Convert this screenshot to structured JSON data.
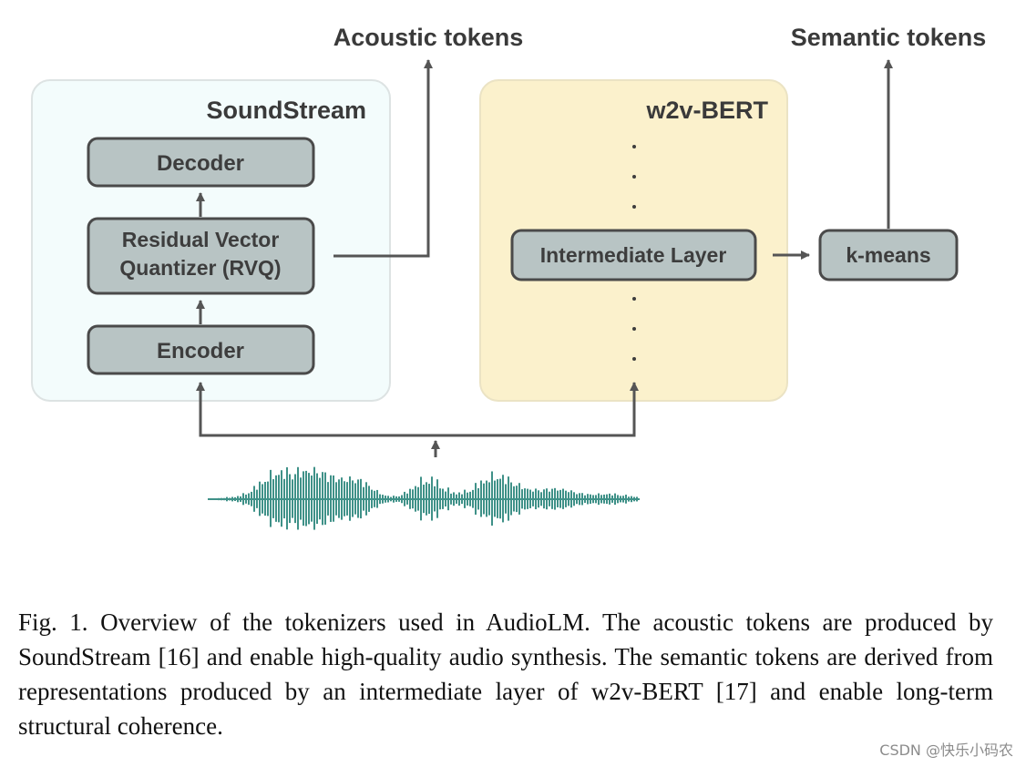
{
  "acoustic_tokens_label": "Acoustic tokens",
  "semantic_tokens_label": "Semantic tokens",
  "soundstream": {
    "title": "SoundStream",
    "decoder": "Decoder",
    "rvq_line1": "Residual Vector",
    "rvq_line2": "Quantizer (RVQ)",
    "encoder": "Encoder"
  },
  "w2v_bert": {
    "title": "w2v-BERT",
    "intermediate_layer": "Intermediate Layer"
  },
  "kmeans": "k-means",
  "caption": "Fig. 1.  Overview of the tokenizers used in AudioLM. The acoustic tokens are produced by SoundStream [16] and enable high-quality audio synthesis. The semantic tokens are derived from representations produced by an intermediate layer of w2v-BERT [17] and enable long-term structural coherence.",
  "watermark": "CSDN @快乐小码农",
  "colors": {
    "soundstream_bg": "#f3fcfc",
    "w2v_bg": "#fbf1cc",
    "block_fill": "#b8c4c4",
    "line": "#555555",
    "waveform": "#3f9188"
  },
  "icons": [
    "arrow-icon",
    "waveform-icon"
  ]
}
